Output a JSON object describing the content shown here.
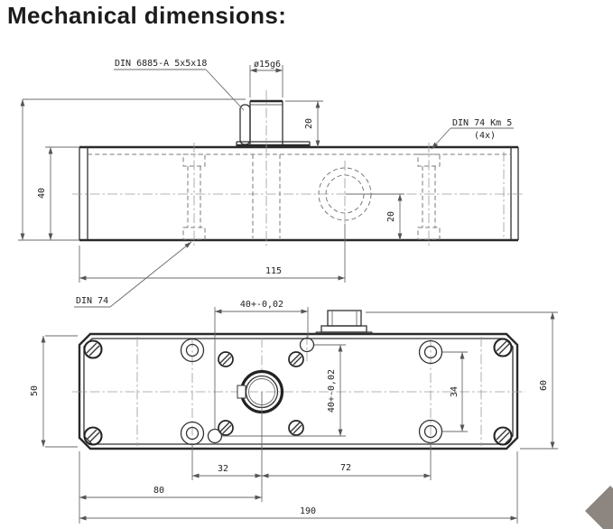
{
  "title": "Mechanical dimensions:",
  "colors": {
    "background": "#ffffff",
    "drawing_line": "#2a2a2a",
    "dimension_line": "#6b6b6b",
    "title_text": "#1c1c1c",
    "diamond": "#8d8680"
  },
  "side_view": {
    "labels": {
      "key_spec": "DIN 6885-A 5x5x18",
      "shaft_diameter": "ø15g6",
      "shaft_height": "20",
      "tap_spec": "DIN 74 Km 5",
      "tap_qty": "(4x)",
      "body_height": "40",
      "center_offset": "20",
      "center_distance": "115",
      "countersink_spec": "DIN 74"
    }
  },
  "bottom_view": {
    "labels": {
      "pin_spacing_horizontal": "40+-0,02",
      "pin_spacing_vertical": "40+-0,02",
      "plate_height": "50",
      "ring_hole_spacing": "34",
      "overall_height": "60",
      "dim_32": "32",
      "dim_72": "72",
      "dim_80": "80",
      "overall_length": "190"
    }
  }
}
